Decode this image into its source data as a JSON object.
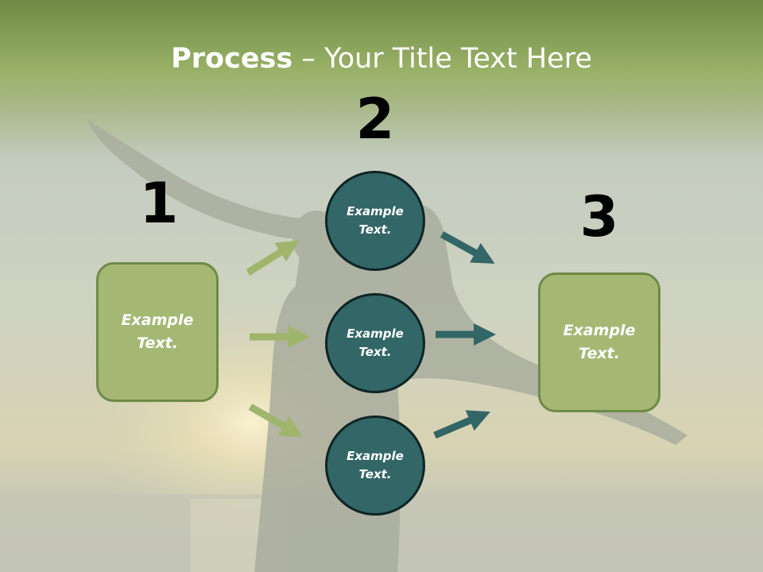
{
  "slide": {
    "title_bold": "Process",
    "title_rest": " – Your Title Text Here"
  },
  "steps": [
    {
      "number": "1",
      "label": "Example\nText."
    },
    {
      "number": "2",
      "label": "Example\nText."
    },
    {
      "number": "3",
      "label": "Example\nText."
    }
  ],
  "middle_circles": [
    {
      "label": "Example\nText."
    },
    {
      "label": "Example\nText."
    },
    {
      "label": "Example\nText."
    }
  ],
  "colors": {
    "box_fill": "#a4b874",
    "box_border": "#6f8a47",
    "circle_fill": "#336666",
    "arrow_light": "#9fb56c",
    "arrow_dark": "#336666",
    "header_green": "#8faa5c"
  },
  "icons": [
    "arrow-right-icon"
  ]
}
